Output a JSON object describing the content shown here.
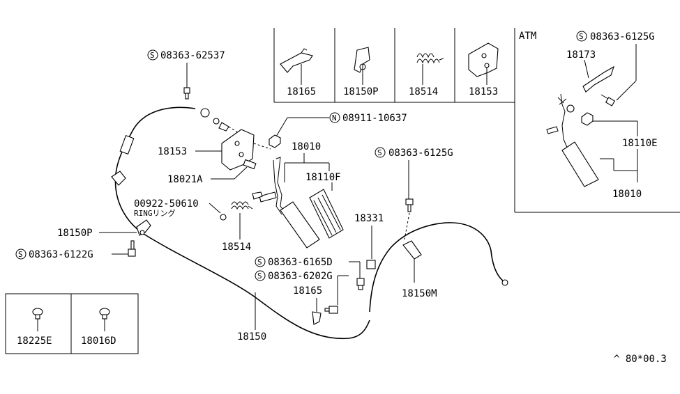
{
  "callouts": {
    "c_62537": "08363-62537",
    "n_10637": "08911-10637",
    "c_6125g_main": "08363-6125G",
    "c_6125g_atm": "08363-6125G",
    "c_6122g": "08363-6122G",
    "c_6165d": "08363-6165D",
    "c_6202g": "08363-6202G"
  },
  "symbols": {
    "s": "S",
    "n": "N"
  },
  "labels": {
    "p18153_main": "18153",
    "p18021a": "18021A",
    "p18010_main": "18010",
    "p18110f": "18110F",
    "ring_num": "00922-50610",
    "ring_text": "RINGリング",
    "p18150p_main": "18150P",
    "p18514_main": "18514",
    "p18331": "18331",
    "p18165_main": "18165",
    "p18150m": "18150M",
    "p18150": "18150",
    "p18225e": "18225E",
    "p18016d": "18016D"
  },
  "top_panel": {
    "cells": [
      "18165",
      "18150P",
      "18514",
      "18153"
    ]
  },
  "atm_panel": {
    "title": "ATM",
    "p18173": "18173",
    "p18110e": "18110E",
    "p18010": "18010"
  },
  "footer_code": "^ 80*00.3"
}
